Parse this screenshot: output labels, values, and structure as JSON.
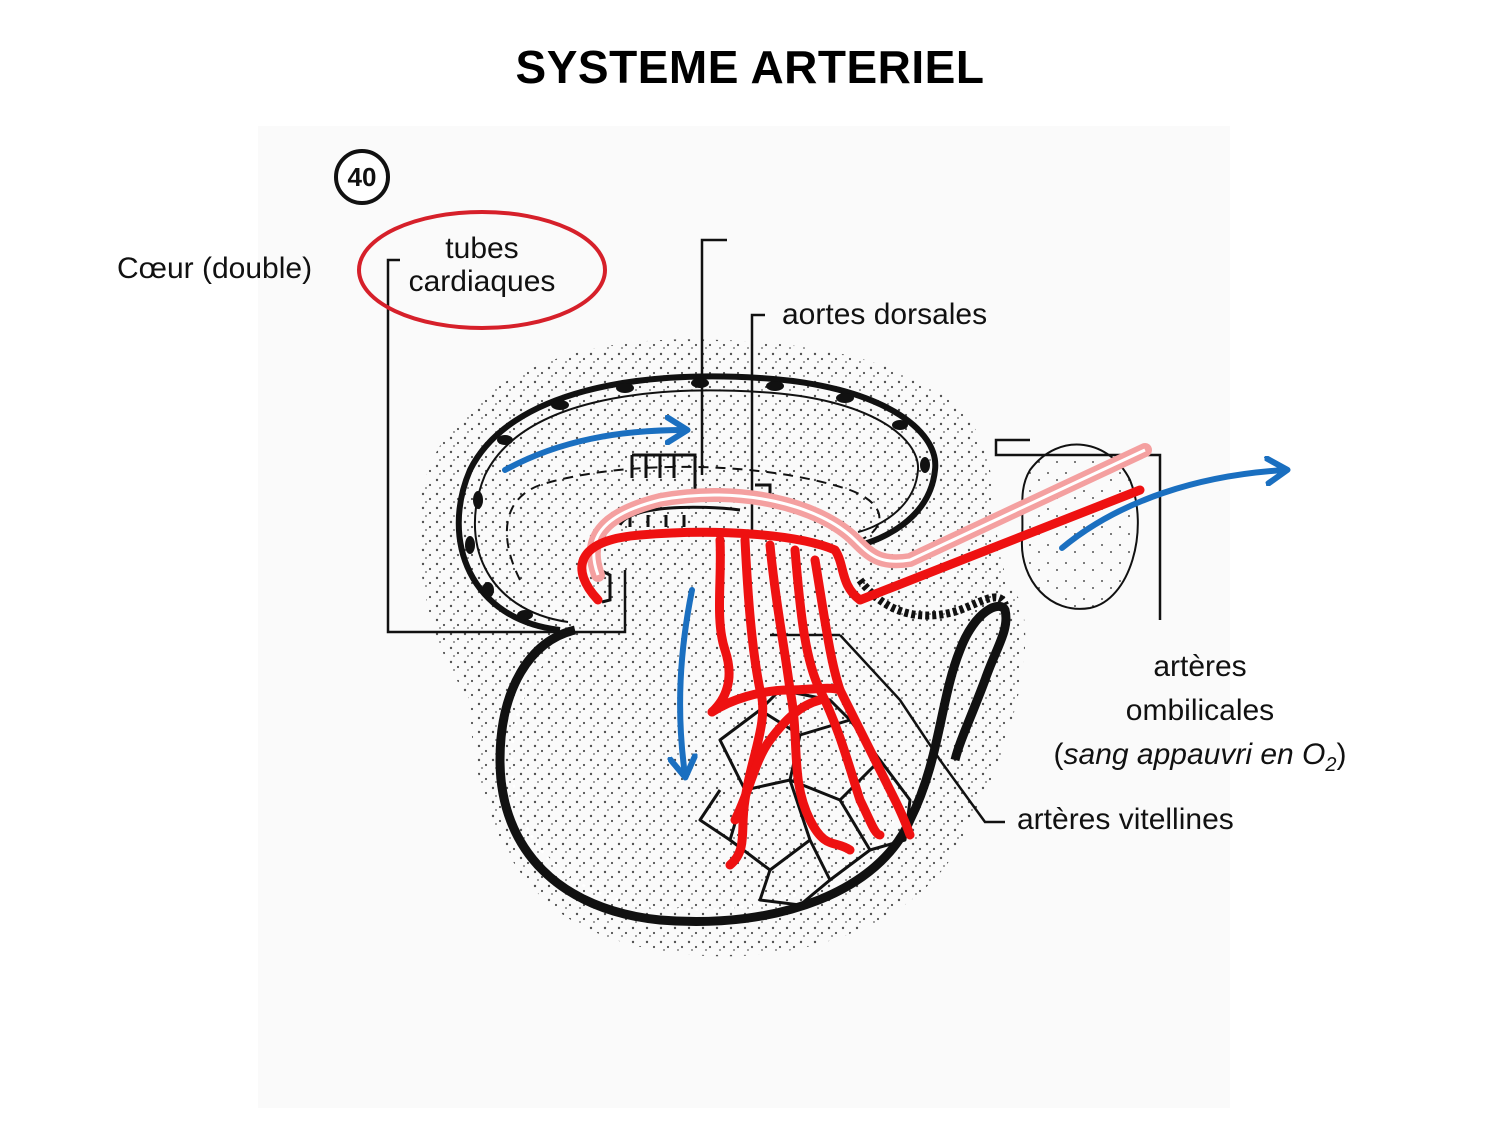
{
  "title": "SYSTEME ARTERIEL",
  "figure_number": "40",
  "labels": {
    "heart": "Cœur (double)",
    "tubes_line1": "tubes",
    "tubes_line2": "cardiaques",
    "dorsal_aortas": "aortes dorsales",
    "umbilical_line1": "artères",
    "umbilical_line2": "ombilicales",
    "umbilical_note_open": "(",
    "umbilical_note_italic": "sang appauvri en O",
    "umbilical_note_sub": "2",
    "umbilical_note_close": ")",
    "vitelline": "artères vitellines"
  },
  "colors": {
    "artery_red": "#ee1111",
    "artery_pale": "#f4a0a0",
    "flow_arrow_blue": "#1a6fc0",
    "highlight_ellipse": "#d6202a",
    "ink": "#111111"
  },
  "arrows": [
    {
      "name": "flow-arrow-to-heart",
      "direction": "right"
    },
    {
      "name": "flow-arrow-down-vitelline",
      "direction": "down"
    },
    {
      "name": "flow-arrow-umbilical-out",
      "direction": "up-right"
    }
  ]
}
